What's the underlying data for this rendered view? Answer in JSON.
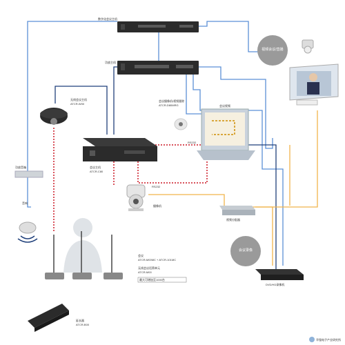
{
  "labels": {
    "rack1": "数字化会议主机",
    "rack2": "功放主机",
    "wireless_unit": "无线会议主机",
    "wireless_model": "ATCR-W00",
    "main_unit": "会议主机",
    "main_model": "ATCR-C80",
    "camera_ctrl": "会议摄像机/视频跟踪",
    "camera_ctrl_model": "ATCR-D80MRG",
    "display_title": "会议视频",
    "interface": "RS232",
    "rs232_camera": "RS232",
    "amp": "功放音箱",
    "speaker": "音响",
    "video_circle": "视频会议/直播",
    "camera_label": "摄像机",
    "matrix": "视频分配器",
    "recorder_circle": "会议录像",
    "recorder": "DVD/HD录像机",
    "mic_line1": "会议",
    "mic_line2": "ATCR-M00MC + ATCR-101MC",
    "mic_line3": "无线会议话筒单元",
    "mic_line4": "ATCR-M00",
    "mic_box": "最大可增加至1000台",
    "extender_line1": "延长器",
    "extender_line2": "ATCR-B00"
  },
  "colors": {
    "blue": "#5b8fd6",
    "navy": "#1f3f7a",
    "orange": "#f0b44a",
    "red_dash": "#d8505a",
    "gray_circle": "#9a9a9a",
    "device": "#2b2b2b"
  },
  "watermark": "华强电子产业研究所"
}
